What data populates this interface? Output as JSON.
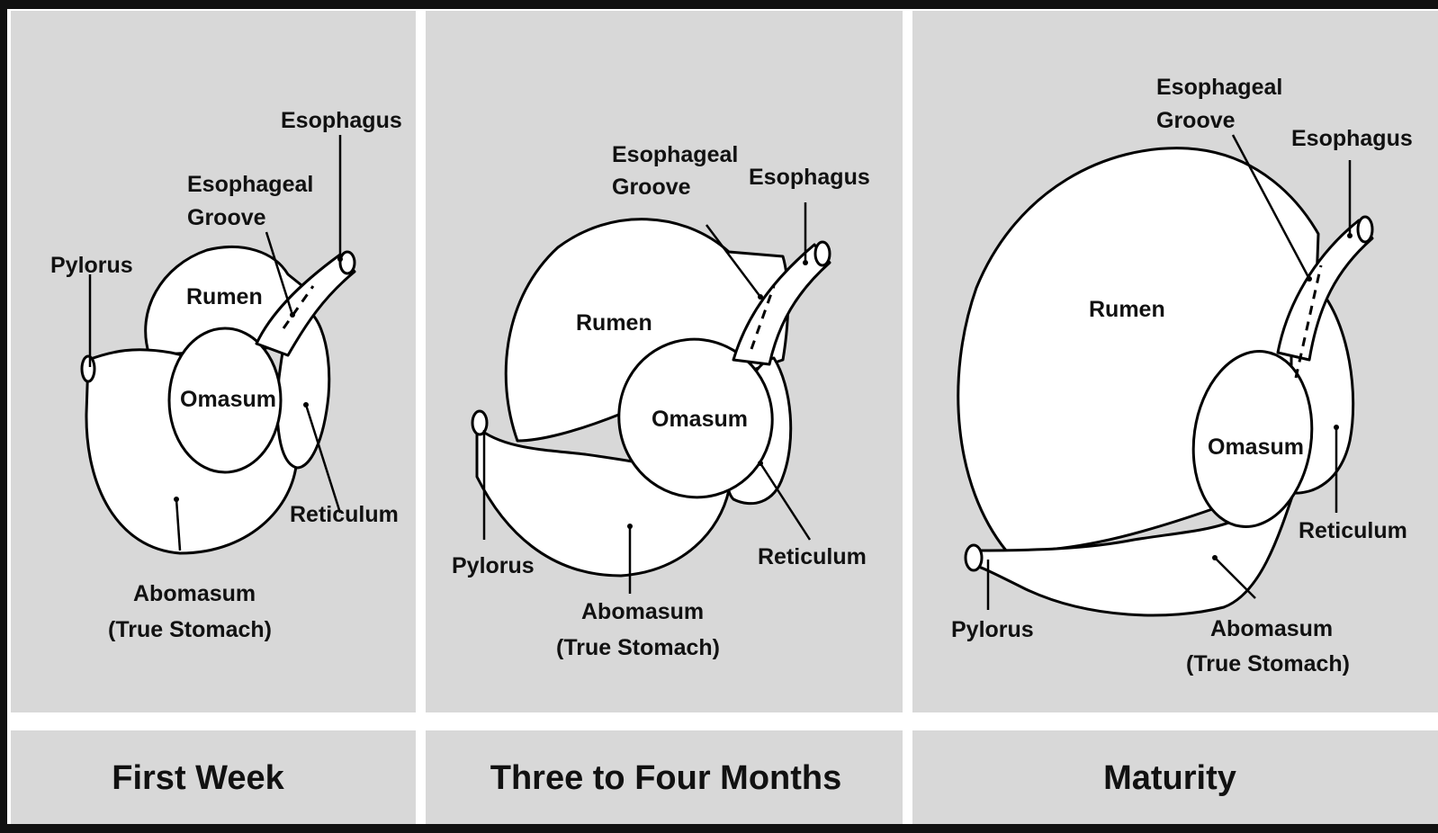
{
  "panels": [
    {
      "caption": "First Week",
      "labels": {
        "esophagus": "Esophagus",
        "esophageal_groove": [
          "Esophageal",
          "Groove"
        ],
        "pylorus": "Pylorus",
        "rumen": "Rumen",
        "omasum": "Omasum",
        "reticulum": "Reticulum",
        "abomasum": [
          "Abomasum",
          "(True Stomach)"
        ]
      }
    },
    {
      "caption": "Three to Four Months",
      "labels": {
        "esophagus": "Esophagus",
        "esophageal_groove": [
          "Esophageal",
          "Groove"
        ],
        "pylorus": "Pylorus",
        "rumen": "Rumen",
        "omasum": "Omasum",
        "reticulum": "Reticulum",
        "abomasum": [
          "Abomasum",
          "(True Stomach)"
        ]
      }
    },
    {
      "caption": "Maturity",
      "labels": {
        "esophagus": "Esophagus",
        "esophageal_groove": [
          "Esophageal",
          "Groove"
        ],
        "pylorus": "Pylorus",
        "rumen": "Rumen",
        "omasum": "Omasum",
        "reticulum": "Reticulum",
        "abomasum": [
          "Abomasum",
          "(True Stomach)"
        ]
      }
    }
  ],
  "colors": {
    "panel_background": "#d8d8d8",
    "frame": "#111111",
    "organ_fill": "#ffffff"
  }
}
